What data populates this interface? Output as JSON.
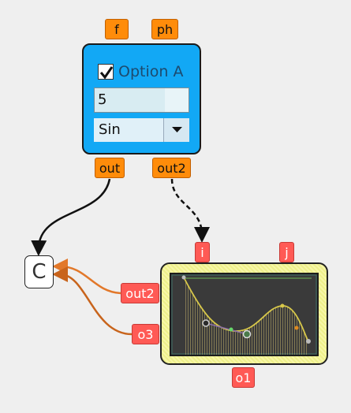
{
  "ports": {
    "f": "f",
    "ph": "ph",
    "out": "out",
    "out2_top": "out2",
    "i": "i",
    "j": "j",
    "out2_left": "out2",
    "o3": "o3",
    "o1": "o1"
  },
  "blue_node": {
    "checkbox_label": "Option A",
    "checked": true,
    "number_value": "5",
    "select_value": "Sin"
  },
  "c_node": {
    "label": "C"
  },
  "colors": {
    "blue_node": "#12a8f5",
    "port_orange": "#ff8c0a",
    "port_red": "#ff5a55",
    "yellow_node": "#f2f29a",
    "curve": "#d8c84a",
    "wire_orange": "#e2782a",
    "wire_dark_orange": "#c8641c"
  },
  "icons": {
    "checkmark": "checkmark-icon",
    "dropdown": "triangle-down-icon"
  }
}
